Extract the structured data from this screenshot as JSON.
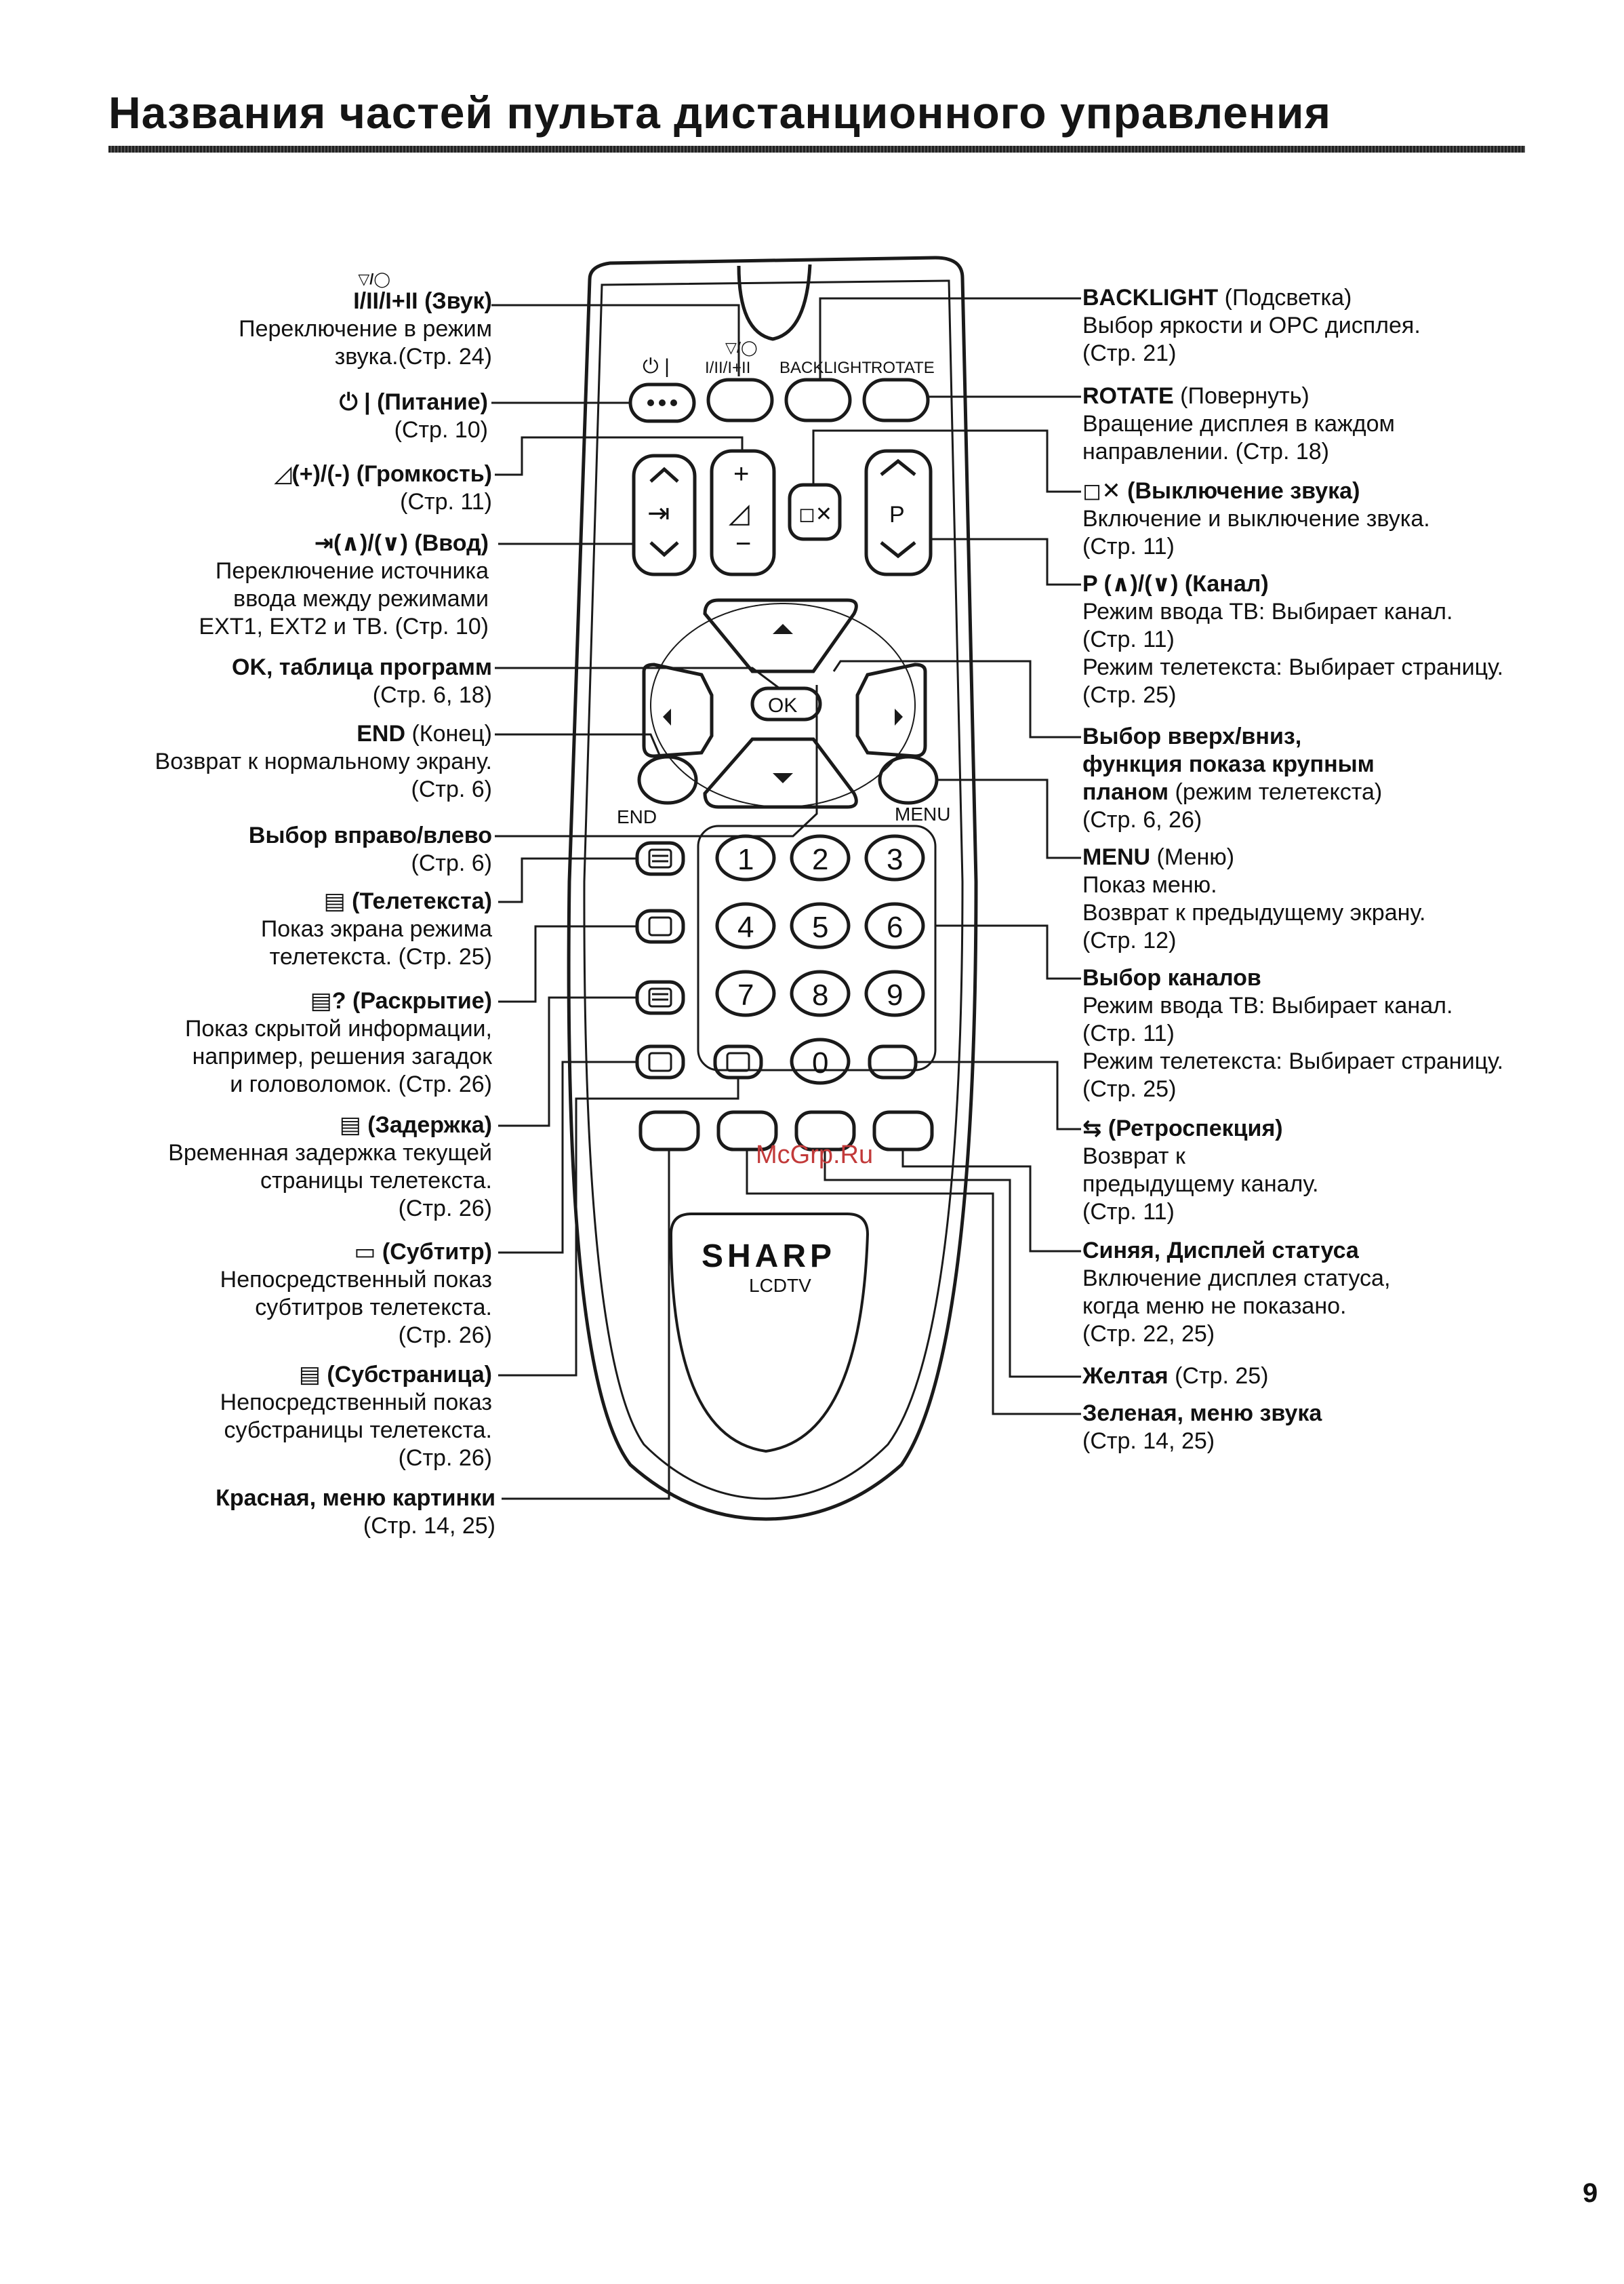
{
  "title": "Названия частей пульта дистанционного управления",
  "page_number": "9",
  "watermark": "McGrp.Ru",
  "remote": {
    "brand": "SHARP",
    "model": "LCDTV",
    "top_labels": {
      "power": "⏻ |",
      "sound": "I/II/I+II",
      "sound_sym": "▽/◯",
      "backlight": "BACKLIGHT",
      "rotate": "ROTATE"
    },
    "vol_plus": "+",
    "vol_minus": "−",
    "vol_sym": "◿",
    "input_sym": "⇥",
    "mute_sym": "◻✕",
    "p_label": "P",
    "ok_label": "OK",
    "end_label": "END",
    "menu_label": "MENU",
    "digits": [
      "1",
      "2",
      "3",
      "4",
      "5",
      "6",
      "7",
      "8",
      "9",
      "0"
    ]
  },
  "left_labels": [
    {
      "head": "I/II/I+II (Звук)",
      "head_sym": "▽/◯",
      "desc": [
        "Переключение в режим",
        "звука.(Стр. 24)"
      ]
    },
    {
      "head": "⏻ | (Питание)",
      "desc": [
        "(Стр. 10)"
      ]
    },
    {
      "head": "◿(+)/(-) (Громкость)",
      "desc": [
        "(Стр. 11)"
      ]
    },
    {
      "head": "⇥(∧)/(∨) (Ввод)",
      "desc": [
        "Переключение источника",
        "ввода между режимами",
        "EXT1, EXT2 и ТВ. (Стр. 10)"
      ]
    },
    {
      "head": "OK, таблица программ",
      "desc": [
        "(Стр. 6, 18)"
      ]
    },
    {
      "head": "END",
      "head_normal": " (Конец)",
      "desc": [
        "Возврат к нормальному экрану.",
        "(Стр. 6)"
      ]
    },
    {
      "head": "Выбор вправо/влево",
      "desc": [
        "(Стр. 6)"
      ]
    },
    {
      "head": "▤ (Телетекста)",
      "desc": [
        "Показ экрана режима",
        "телетекста. (Стр. 25)"
      ]
    },
    {
      "head": "▤? (Раскрытие)",
      "desc": [
        "Показ скрытой информации,",
        "например, решения загадок",
        "и головоломок. (Стр. 26)"
      ]
    },
    {
      "head": "▤ (Задержка)",
      "desc": [
        "Временная задержка текущей",
        "страницы телетекста.",
        "(Стр. 26)"
      ]
    },
    {
      "head": "▭ (Субтитр)",
      "desc": [
        "Непосредственный показ",
        "субтитров телетекста.",
        "(Стр. 26)"
      ]
    },
    {
      "head": "▤ (Субстраница)",
      "desc": [
        "Непосредственный показ",
        "субстраницы телетекста.",
        "(Стр. 26)"
      ]
    },
    {
      "head": "Красная, меню картинки",
      "desc": [
        "(Стр. 14, 25)"
      ]
    }
  ],
  "right_labels": [
    {
      "head": "BACKLIGHT",
      "head_normal": " (Подсветка)",
      "desc": [
        "Выбор яркости и OPC дисплея.",
        "(Стр. 21)"
      ]
    },
    {
      "head": "ROTATE",
      "head_normal": " (Повернуть)",
      "desc": [
        "Вращение дисплея в каждом",
        "направлении. (Стр. 18)"
      ]
    },
    {
      "head": "◻✕ (Выключение звука)",
      "desc": [
        "Включение и выключение звука.",
        "(Стр. 11)"
      ]
    },
    {
      "head": "P (∧)/(∨) (Канал)",
      "desc": [
        " Режим ввода ТВ: Выбирает канал.",
        "(Стр. 11)",
        "Режим телетекста: Выбирает страницу.",
        "(Стр. 25)"
      ]
    },
    {
      "head": "Выбор вверх/вниз,",
      "desc": [],
      "head2": "функция показа крупным",
      "head3": "планом",
      "head3_normal": " (режим телетекста)",
      "desc_after": [
        "(Стр. 6, 26)"
      ]
    },
    {
      "head": "MENU",
      "head_normal": " (Меню)",
      "desc": [
        "Показ меню.",
        "Возврат к предыдущему экрану.",
        "(Стр. 12)"
      ]
    },
    {
      "head": "Выбор каналов",
      "desc": [
        "Режим ввода ТВ: Выбирает канал.",
        "(Стр. 11)",
        "Режим телетекста: Выбирает страницу.",
        "(Стр. 25)"
      ]
    },
    {
      "head": "⇆ (Ретроспекция)",
      "desc": [
        "Возврат к",
        "предыдущему каналу.",
        "(Стр. 11)"
      ]
    },
    {
      "head": "Синяя,  Дисплей статуса",
      "desc": [
        "Включение дисплея статуса,",
        "когда меню не показано.",
        "(Стр. 22, 25)"
      ]
    },
    {
      "head": "Желтая",
      "head_normal": " (Стр. 25)",
      "desc": []
    },
    {
      "head": "Зеленая, меню звука",
      "desc": [
        "(Стр. 14, 25)"
      ]
    }
  ]
}
